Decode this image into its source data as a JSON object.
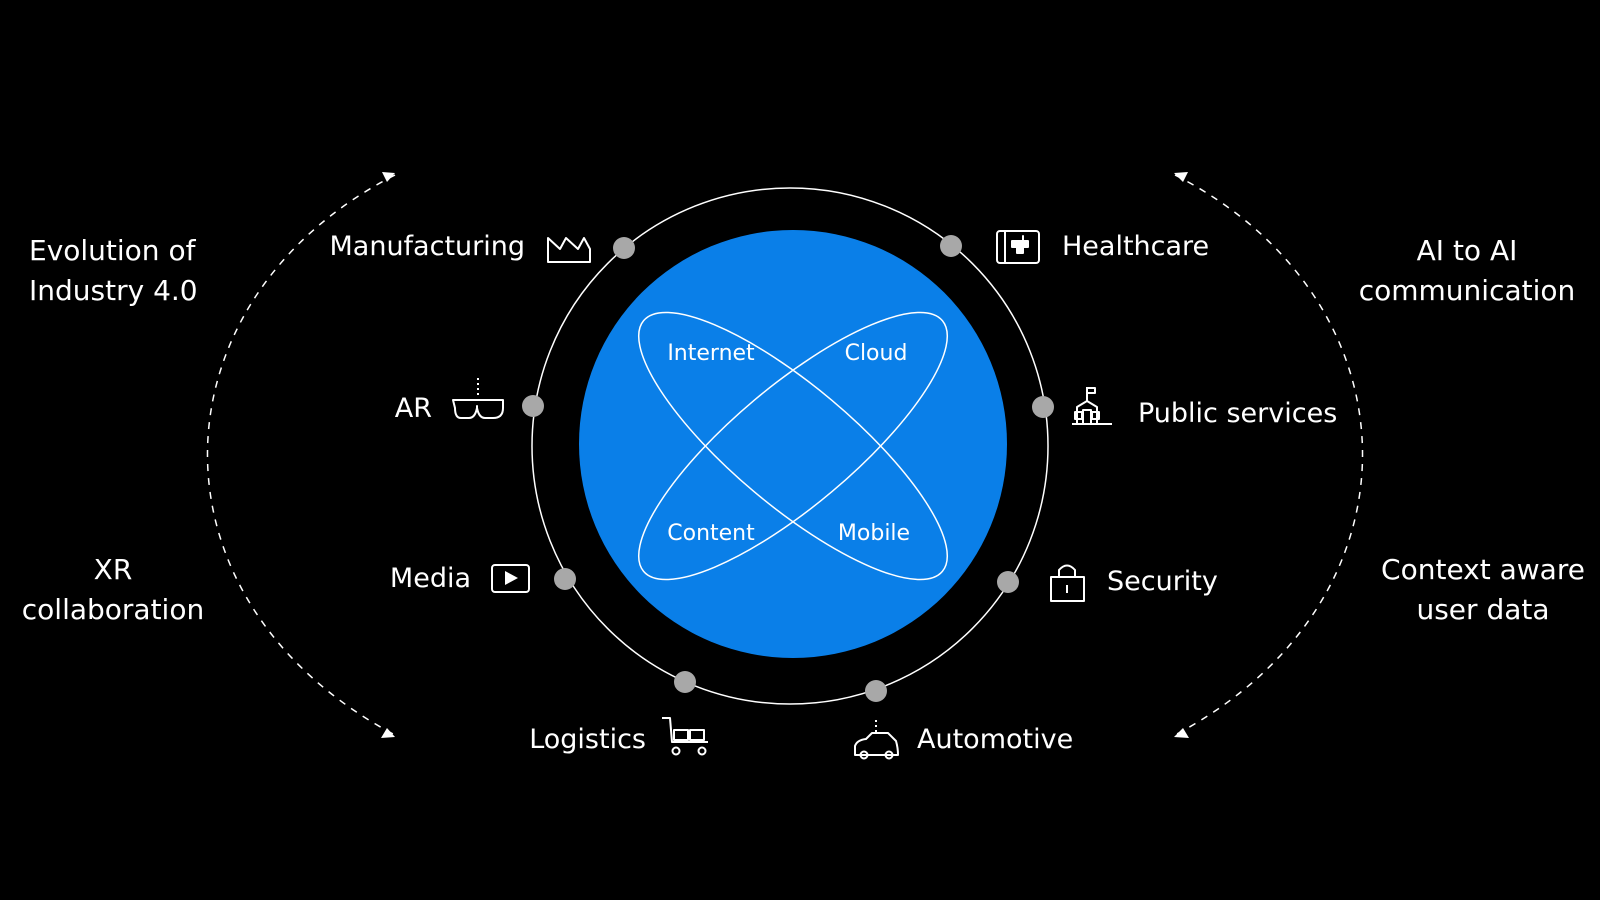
{
  "colors": {
    "background": "#000000",
    "core": "#0a7fe8",
    "line": "#ffffff",
    "dot": "#a8a8a8"
  },
  "side_labels": {
    "top_left": [
      "Evolution of",
      "Industry 4.0"
    ],
    "bottom_left": [
      "XR",
      "collaboration"
    ],
    "top_right": [
      "AI to AI",
      "communication"
    ],
    "bottom_right": [
      "Context aware",
      "user data"
    ]
  },
  "core_labels": {
    "top_left": "Internet",
    "top_right": "Cloud",
    "bottom_left": "Content",
    "bottom_right": "Mobile"
  },
  "ring_items": {
    "manufacturing": {
      "label": "Manufacturing",
      "icon": "factory-icon"
    },
    "ar": {
      "label": "AR",
      "icon": "ar-glasses-icon"
    },
    "media": {
      "label": "Media",
      "icon": "play-icon"
    },
    "logistics": {
      "label": "Logistics",
      "icon": "cart-icon"
    },
    "automotive": {
      "label": "Automotive",
      "icon": "car-icon"
    },
    "security": {
      "label": "Security",
      "icon": "lock-icon"
    },
    "public_services": {
      "label": "Public services",
      "icon": "building-icon"
    },
    "healthcare": {
      "label": "Healthcare",
      "icon": "medical-kit-icon"
    }
  }
}
